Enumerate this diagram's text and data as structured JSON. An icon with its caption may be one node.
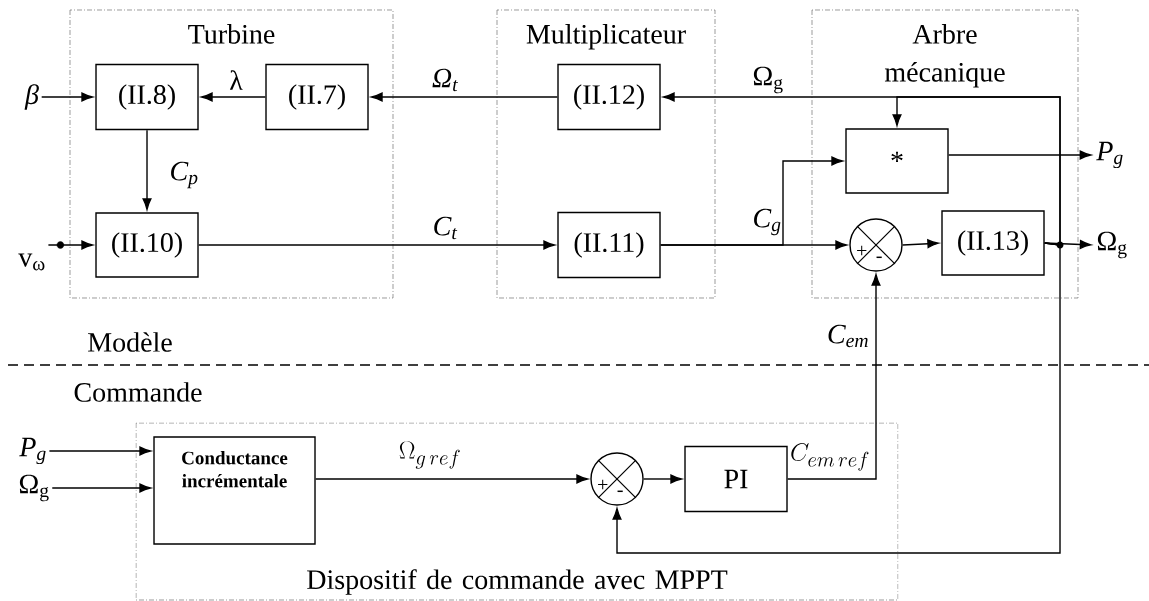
{
  "diagram": {
    "nodes": [
      {
        "text": [
          "Turbine"
        ]
      },
      {
        "text": [
          "(II.8)"
        ],
        "in": 0
      },
      {
        "text": [
          "(II.7)"
        ],
        "in": 0
      },
      {
        "text": [
          "(II.10)"
        ],
        "in": 0
      },
      {
        "text": [
          "Multiplicateur"
        ]
      },
      {
        "text": [
          "(II.12)"
        ],
        "in": 4
      },
      {
        "text": [
          "(II.11)"
        ],
        "in": 4
      },
      {
        "text": [
          "Arbre mécanique"
        ]
      },
      {
        "text": [
          "*"
        ],
        "in": 7
      },
      {
        "text": [
          "+",
          "-"
        ],
        "in": 7
      },
      {
        "text": [
          "(II.13)"
        ],
        "in": 7
      },
      {
        "text": [
          "Dispositif de commande avec MPPT"
        ]
      },
      {
        "text": [
          "Conductance incrémentale"
        ],
        "in": 11
      },
      {
        "text": [
          "+",
          "-"
        ],
        "in": 11
      },
      {
        "text": [
          "PI"
        ],
        "in": 11
      },
      {
        "text": [
          "β"
        ]
      },
      {
        "text": [
          "v$_{ω}$"
        ]
      },
      {
        "text": [
          "P$_{g}$"
        ]
      },
      {
        "text": [
          "Ω$_{g}$"
        ]
      },
      {
        "text": [
          "P$_{g}$"
        ]
      },
      {
        "text": [
          "Ω$_{g}$"
        ]
      }
    ],
    "edges": [
      {
        "from": 15,
        "to": 1,
        "arrow": "to"
      },
      {
        "from": 16,
        "to": 3,
        "arrow": "to"
      },
      {
        "from": 2,
        "to": 1,
        "arrow": "to",
        "label": "λ"
      },
      {
        "from": 5,
        "to": 2,
        "arrow": "to",
        "label": "Ω$_{t}$"
      },
      {
        "from": 1,
        "to": 3,
        "arrow": "to",
        "label": "C$_{p}$"
      },
      {
        "from": 3,
        "to": 6,
        "arrow": "to",
        "label": "C$_{t}$"
      },
      {
        "from": 6,
        "to": 9,
        "arrow": "to",
        "label": "C$_{g}$"
      },
      {
        "from": 6,
        "to": 8,
        "arrow": "to"
      },
      {
        "from": 9,
        "to": 10,
        "arrow": "to"
      },
      {
        "from": 10,
        "to": 18,
        "arrow": "to"
      },
      {
        "from": 10,
        "to": 5,
        "arrow": "to",
        "label": "Ω$_{g}$"
      },
      {
        "from": 10,
        "to": 8,
        "arrow": "to"
      },
      {
        "from": 10,
        "to": 13,
        "arrow": "to"
      },
      {
        "from": 12,
        "to": 13,
        "arrow": "to",
        "label": "\\Omega_{g\\,ref}"
      },
      {
        "from": 13,
        "to": 14,
        "arrow": "to"
      },
      {
        "from": 14,
        "to": 9,
        "arrow": "to",
        "label": "C_{em\\,ref}"
      },
      {
        "from": 8,
        "to": 17,
        "arrow": "to"
      },
      {
        "from": 19,
        "to": 12,
        "arrow": "to"
      },
      {
        "from": 20,
        "to": 12,
        "arrow": "to"
      }
    ],
    "labels": [
      "C$_{em}$",
      "Modèle",
      "Commande"
    ]
  }
}
